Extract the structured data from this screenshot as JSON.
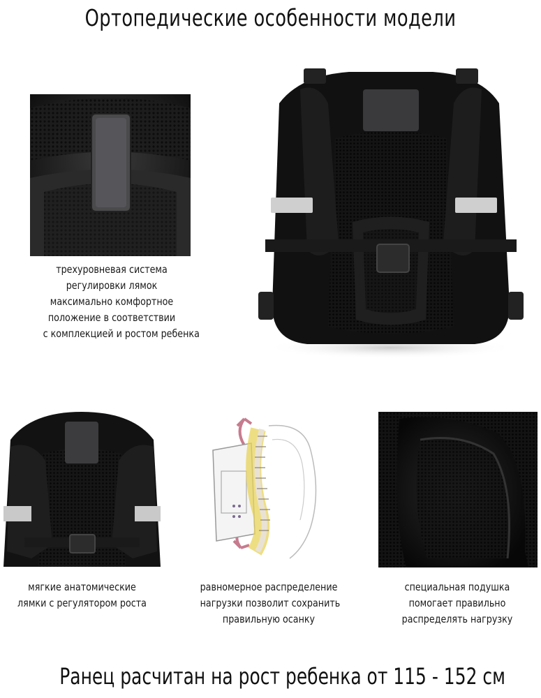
{
  "title": "Ортопедические особенности модели",
  "features": {
    "adjustment": {
      "lines": [
        "трехуровневая система",
        "регулировки лямок",
        "максимально комфортное",
        "положение в соответствии",
        "с комплекцией и ростом ребенка"
      ]
    },
    "straps": {
      "lines": [
        "мягкие анатомические",
        "лямки с регулятором роста"
      ]
    },
    "distribution": {
      "lines": [
        "равномерное распределение",
        "нагрузки позволит сохранить",
        "правильную осанку"
      ]
    },
    "cushion": {
      "lines": [
        "специальная подушка",
        "помогает правильно",
        "распределять нагрузку"
      ]
    }
  },
  "footer": "Ранец расчитан на рост ребенка от 115 - 152 см"
}
